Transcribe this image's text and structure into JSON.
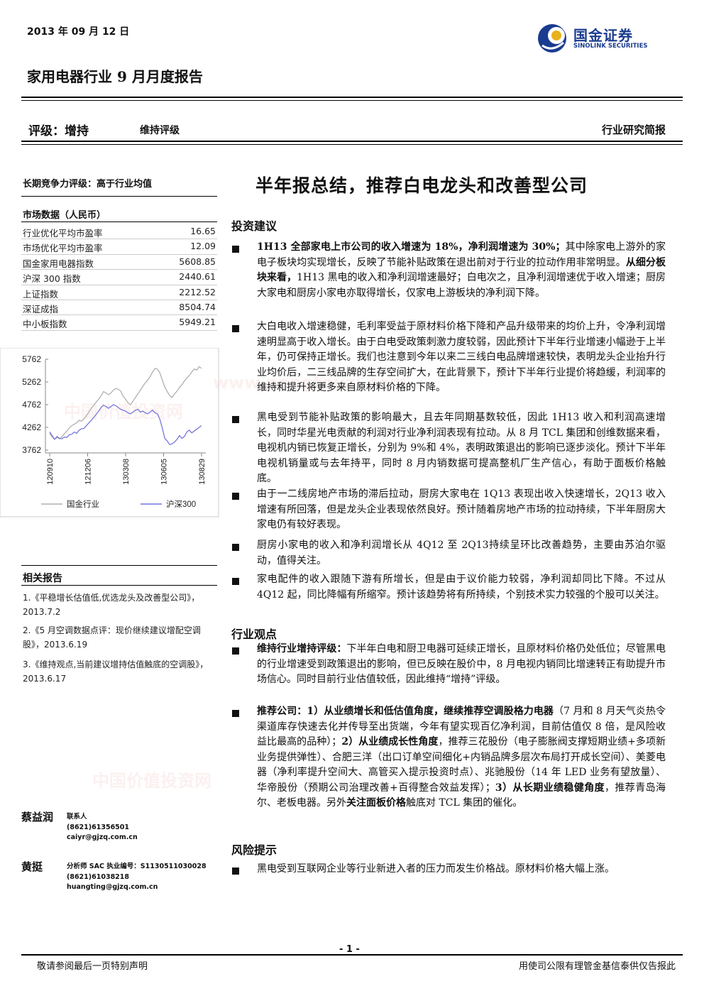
{
  "header": {
    "date": "2013 年 09 月 12 日",
    "logo_cn": "国金证券",
    "logo_en": "SINOLINK SECURITIES",
    "title": "家用电器行业 9 月月度报告",
    "rating": "评级：增持",
    "rating_keep": "维持评级",
    "report_type": "行业研究简报"
  },
  "sidebar": {
    "long_term": "长期竞争力评级：高于行业均值",
    "market_title": "市场数据（人民币）",
    "market_rows": [
      {
        "label": "行业优化平均市盈率",
        "value": "16.65"
      },
      {
        "label": "市场优化平均市盈率",
        "value": "12.09"
      },
      {
        "label": "国金家用电器指数",
        "value": "5608.85"
      },
      {
        "label": "沪深 300 指数",
        "value": "2440.61"
      },
      {
        "label": "上证指数",
        "value": "2212.52"
      },
      {
        "label": "深证成指",
        "value": "8504.74"
      },
      {
        "label": "中小板指数",
        "value": "5949.21"
      }
    ],
    "related_title": "相关报告",
    "related": [
      "1.《平稳增长估值低,优选龙头及改善型公司》，2013.7.2",
      "2.《5 月空调数据点评：现价继续建议增配空调股》，2013.6.19",
      "3.《维持观点,当前建议增持估值触底的空调股》，2013.6.17"
    ],
    "analysts": [
      {
        "name": "蔡益润",
        "role": "联系人",
        "phone": "(8621)61356501",
        "email": "caiyr@gjzq.com.cn"
      },
      {
        "name": "黄挺",
        "role": "分析师 SAC 执业编号：S1130511030028",
        "phone": "(8621)61038218",
        "email": "huangting@gjzq.com.cn"
      }
    ]
  },
  "chart_data": {
    "type": "line",
    "x_ticks": [
      "120910",
      "121206",
      "130308",
      "130605",
      "130829"
    ],
    "y_ticks": [
      5762,
      5262,
      4762,
      4262,
      3762
    ],
    "ylim": [
      3762,
      5762
    ],
    "series": [
      {
        "name": "国金行业",
        "color": "#b0b0b0",
        "values": [
          4130,
          4050,
          4000,
          4040,
          4010,
          4060,
          4120,
          4180,
          4250,
          4300,
          4330,
          4360,
          4420,
          4400,
          4450,
          4520,
          4600,
          4680,
          4750,
          4820,
          4880,
          4960,
          5050,
          5020,
          4980,
          5020,
          5080,
          5120,
          5100,
          5060,
          4950,
          4880,
          4800,
          4760,
          4840,
          4920,
          5000,
          5080,
          5160,
          5240,
          5300,
          5380,
          5480,
          5560,
          5540,
          5460,
          5300,
          5150,
          5050,
          4960,
          4920,
          5000,
          5060,
          5140,
          5200,
          5280,
          5350,
          5400,
          5480,
          5550,
          5520,
          5600,
          5560
        ]
      },
      {
        "name": "沪深300",
        "color": "#7777dd",
        "values": [
          4160,
          4080,
          4000,
          4060,
          4020,
          4010,
          4050,
          4040,
          4100,
          4110,
          4160,
          4130,
          4200,
          4230,
          4240,
          4300,
          4360,
          4420,
          4480,
          4550,
          4620,
          4700,
          4750,
          4720,
          4680,
          4720,
          4760,
          4740,
          4700,
          4660,
          4640,
          4620,
          4580,
          4560,
          4600,
          4640,
          4660,
          4600,
          4620,
          4580,
          4560,
          4600,
          4640,
          4580,
          4560,
          4440,
          4240,
          4020,
          3960,
          3880,
          3900,
          3940,
          4000,
          4080,
          4020,
          4060,
          4160,
          4200,
          4140,
          4180,
          4220,
          4260,
          4300
        ]
      }
    ]
  },
  "main": {
    "headline": "半年报总结，推荐白电龙头和改善型公司",
    "sec1_title": "投资建议",
    "sec2_title": "行业观点",
    "sec3_title": "风险提示",
    "p1_bold": "1H13 全部家电上市公司的收入增速为 18%，净利润增速为 30%；",
    "p1_a": "其中除家电上游外的家电子板块均实现增长，反映了节能补贴政策在退出前对于行业的拉动作用非常明显。",
    "p1_bold2": "从细分板块来看，",
    "p1_b": "1H13 黑电的收入和净利润增速最好；白电次之，且净利润增速优于收入增速；厨房大家电和厨房小家电亦取得增长，仅家电上游板块的净利润下降。",
    "p2": "大白电收入增速稳健，毛利率受益于原材料价格下降和产品升级带来的均价上升，令净利润增速明显高于收入增长。由于白电受政策刺激力度较弱，因此预计下半年行业增速小幅逊于上半年，仍可保持正增长。我们也注意到今年以来二三线白电品牌增速较快，表明龙头企业抬升行业均价后，二三线品牌的生存空间扩大，在此背景下，预计下半年行业提价将趋缓，利润率的维持和提升将更多来自原材料价格的下降。",
    "p3": "黑电受到节能补贴政策的影响最大，且去年同期基数较低，因此 1H13 收入和利润高速增长，同时华星光电贡献的利润对行业净利润表现有拉动。从 8 月 TCL 集团和创维数据来看，电视机内销已恢复正增长，分别为 9%和 4%，表明政策退出的影响已逐步淡化。预计下半年电视机销量或与去年持平，同时 8 月内销数据可提高整机厂生产信心，有助于面板价格触底。",
    "p4": "由于一二线房地产市场的滞后拉动，厨房大家电在 1Q13 表现出收入快速增长，2Q13 收入增速有所回落，但是龙头企业表现依然良好。预计随着房地产市场的拉动持续，下半年厨房大家电仍有较好表现。",
    "p5": "厨房小家电的收入和净利润增长从 4Q12 至 2Q13持续呈环比改善趋势，主要由苏泊尔驱动，值得关注。",
    "p6": "家电配件的收入跟随下游有所增长，但是由于议价能力较弱，净利润却同比下降。不过从 4Q12 起，同比降幅有所缩窄。预计该趋势将有所持续，个别技术实力较强的个股可以关注。",
    "p7_bold": "维持行业增持评级：",
    "p7": "下半年白电和厨卫电器可延续正增长，且原材料价格仍处低位；尽管黑电的行业增速受到政策退出的影响，但已反映在股价中，8 月电视内销同比增速转正有助提升市场信心。同时目前行业估值较低，因此维持“增持”评级。",
    "p8_bold": "推荐公司：1）从业绩增长和低估值角度，继续推荐空调股格力电器",
    "p8_a": "（7 月和 8 月天气炎热令渠道库存快速去化并传导至出货端，今年有望实现百亿净利润，目前估值仅 8 倍，是风险收益比最高的品种）；",
    "p8_bold2": "2）从业绩成长性角度",
    "p8_b": "，推荐三花股份（电子膨胀阀支撑短期业绩+多项新业务提供弹性）、合肥三洋（出口订单空间细化+内销品牌多层次布局打开成长空间）、美菱电器（净利率提升空间大、高管买入提示投资时点）、兆驰股份（14 年 LED 业务有望放量）、华帝股份（预期公司治理改善+百得整合效益发挥）；",
    "p8_bold3": "3）从长期业绩稳健角度",
    "p8_c": "，推荐青岛海尔、老板电器。另外",
    "p8_bold4": "关注面板价格",
    "p8_d": "触底对 TCL 集团的催化。",
    "p9": "黑电受到互联网企业等行业新进入者的压力而发生价格战。原材料价格大幅上涨。"
  },
  "footer": {
    "page": "- 1 -",
    "left": "敬请参阅最后一页特别声明",
    "right": "用使司公限有理管金基信泰供仅告报此"
  },
  "watermark": {
    "text1": "中国价值投资网",
    "text2": "www.nengtouzi.com"
  }
}
